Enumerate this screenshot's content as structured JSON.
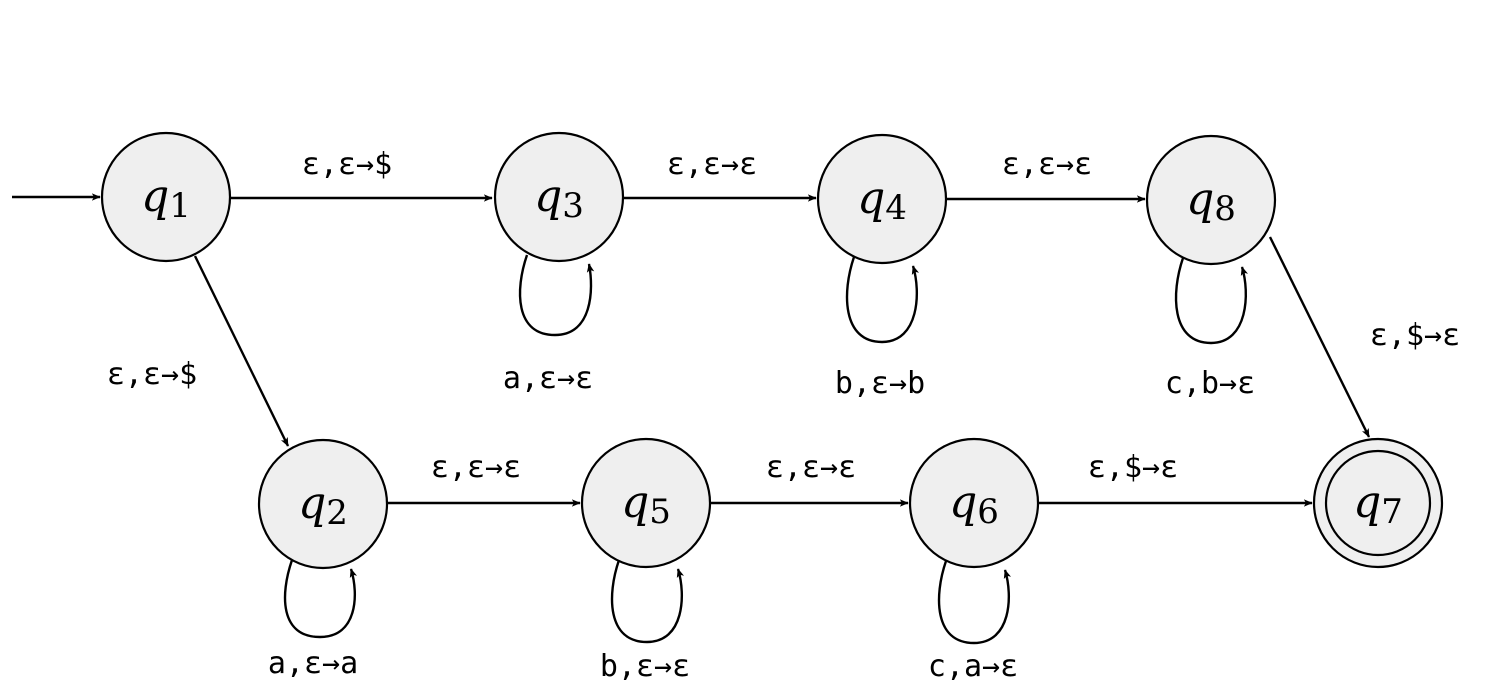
{
  "diagram": {
    "type": "pushdown automaton state diagram",
    "start_state": "q1",
    "accept_states": [
      "q7"
    ],
    "states": [
      {
        "id": "q1",
        "name": "q",
        "sub": "1"
      },
      {
        "id": "q2",
        "name": "q",
        "sub": "2"
      },
      {
        "id": "q3",
        "name": "q",
        "sub": "3"
      },
      {
        "id": "q4",
        "name": "q",
        "sub": "4"
      },
      {
        "id": "q5",
        "name": "q",
        "sub": "5"
      },
      {
        "id": "q6",
        "name": "q",
        "sub": "6"
      },
      {
        "id": "q7",
        "name": "q",
        "sub": "7"
      },
      {
        "id": "q8",
        "name": "q",
        "sub": "8"
      }
    ],
    "transitions": [
      {
        "from": "q1",
        "to": "q3",
        "label": "ε,ε→$"
      },
      {
        "from": "q3",
        "to": "q4",
        "label": "ε,ε→ε"
      },
      {
        "from": "q4",
        "to": "q8",
        "label": "ε,ε→ε"
      },
      {
        "from": "q1",
        "to": "q2",
        "label": "ε,ε→$"
      },
      {
        "from": "q2",
        "to": "q5",
        "label": "ε,ε→ε"
      },
      {
        "from": "q5",
        "to": "q6",
        "label": "ε,ε→ε"
      },
      {
        "from": "q6",
        "to": "q7",
        "label": "ε,$→ε"
      },
      {
        "from": "q8",
        "to": "q7",
        "label": "ε,$→ε"
      },
      {
        "from": "q3",
        "to": "q3",
        "label": "a,ε→ε"
      },
      {
        "from": "q4",
        "to": "q4",
        "label": "b,ε→b"
      },
      {
        "from": "q8",
        "to": "q8",
        "label": "c,b→ε"
      },
      {
        "from": "q2",
        "to": "q2",
        "label": "a,ε→a"
      },
      {
        "from": "q5",
        "to": "q5",
        "label": "b,ε→ε"
      },
      {
        "from": "q6",
        "to": "q6",
        "label": "c,a→ε"
      }
    ]
  }
}
